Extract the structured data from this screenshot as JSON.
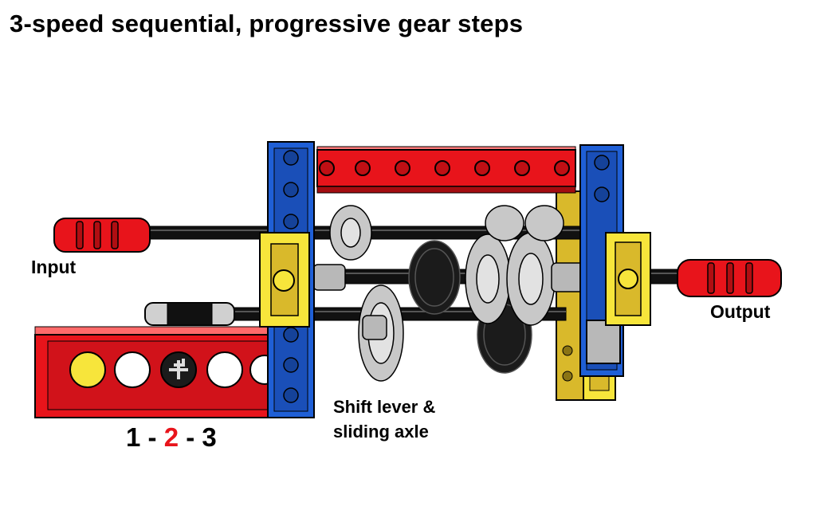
{
  "title": "3-speed sequential, progressive gear steps",
  "labels": {
    "input": "Input",
    "output": "Output",
    "shift_line1": "Shift lever &",
    "shift_line2": "sliding axle"
  },
  "gear_indicator": {
    "gear1": "1",
    "gear2": "2",
    "gear3": "3",
    "separator": "-",
    "active_gear": "2"
  },
  "colors": {
    "beam_red": "#e8141b",
    "beam_blue": "#1f5fd6",
    "connector_yellow": "#f7e53b",
    "plate_mustard": "#d9b92b",
    "axle_black": "#111111",
    "gear_light_gray": "#c8c8c8",
    "gear_dark": "#1b1b1b",
    "outline": "#000000",
    "active_gear_red": "#e8141b"
  }
}
